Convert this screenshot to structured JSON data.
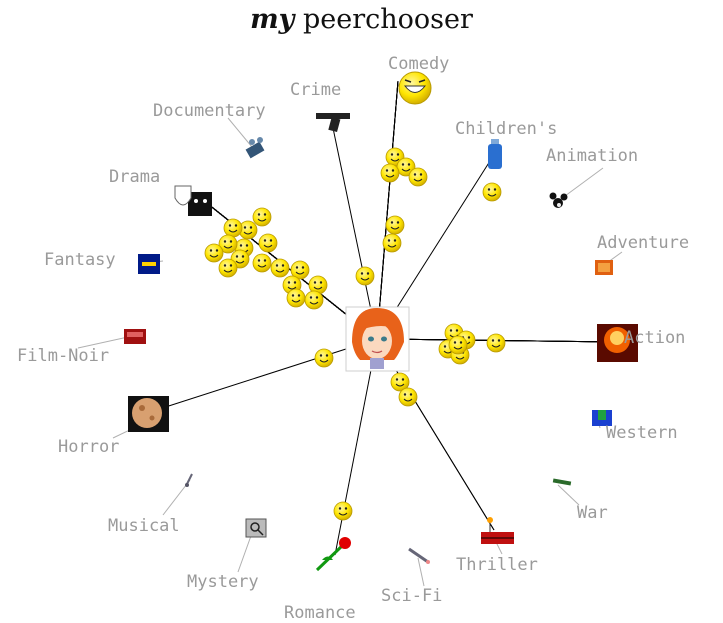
{
  "title": {
    "emphasis": "my",
    "rest": "peerchooser"
  },
  "genres": {
    "comedy": "Comedy",
    "crime": "Crime",
    "documentary": "Documentary",
    "childrens": "Children's",
    "animation": "Animation",
    "drama": "Drama",
    "adventure": "Adventure",
    "fantasy": "Fantasy",
    "action": "Action",
    "film_noir": "Film-Noir",
    "horror": "Horror",
    "western": "Western",
    "musical": "Musical",
    "war": "War",
    "mystery": "Mystery",
    "thriller": "Thriller",
    "sci_fi": "Sci-Fi",
    "romance": "Romance"
  },
  "colors": {
    "peer_fill": "#ffe600",
    "peer_stroke": "#b89a00",
    "connector": "#000000",
    "genre_text": "#9a9a9a",
    "pointer": "#b0b0b0"
  }
}
